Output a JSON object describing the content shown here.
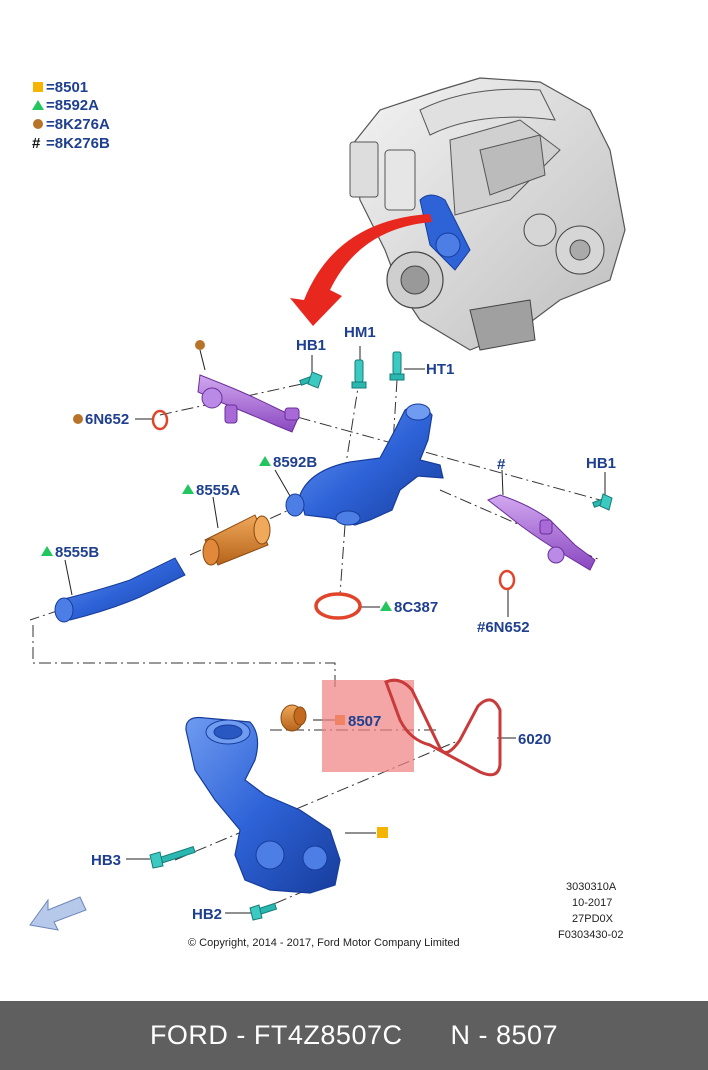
{
  "legend": [
    {
      "symbol": "square",
      "color": "#f5b400",
      "code": "=8501"
    },
    {
      "symbol": "triangle",
      "color": "#22c55e",
      "code": "=8592A"
    },
    {
      "symbol": "circle",
      "color": "#b8732a",
      "code": "=8K276A"
    },
    {
      "symbol": "hash",
      "color": "#111111",
      "code": "=8K276B"
    }
  ],
  "labels": {
    "hb1_top": "HB1",
    "hm1": "HM1",
    "ht1": "HT1",
    "n6n652_left": "6N652",
    "n8592b": "8592B",
    "n8555a": "8555A",
    "n8555b": "8555B",
    "hash_right": "#",
    "hb1_right": "HB1",
    "n8c387": "8C387",
    "n6n652_right": "#6N652",
    "n8507": "8507",
    "n6020": "6020",
    "hb3": "HB3",
    "hb2": "HB2"
  },
  "meta": {
    "line1": "3030310A",
    "line2": "10-2017",
    "line3": "27PD0X",
    "line4": "F0303430-02"
  },
  "copyright": "© Copyright, 2014 - 2017, Ford Motor Company Limited",
  "footer": {
    "brand_part": "FORD - FT4Z8507C",
    "ref_part": "N - 8507"
  },
  "colors": {
    "label_blue": "#1f3f8f",
    "part_blue": "#2e63d8",
    "purple": "#a86ad6",
    "orange": "#d9852a",
    "red_arrow": "#e8281e",
    "highlight": "#f08080"
  }
}
